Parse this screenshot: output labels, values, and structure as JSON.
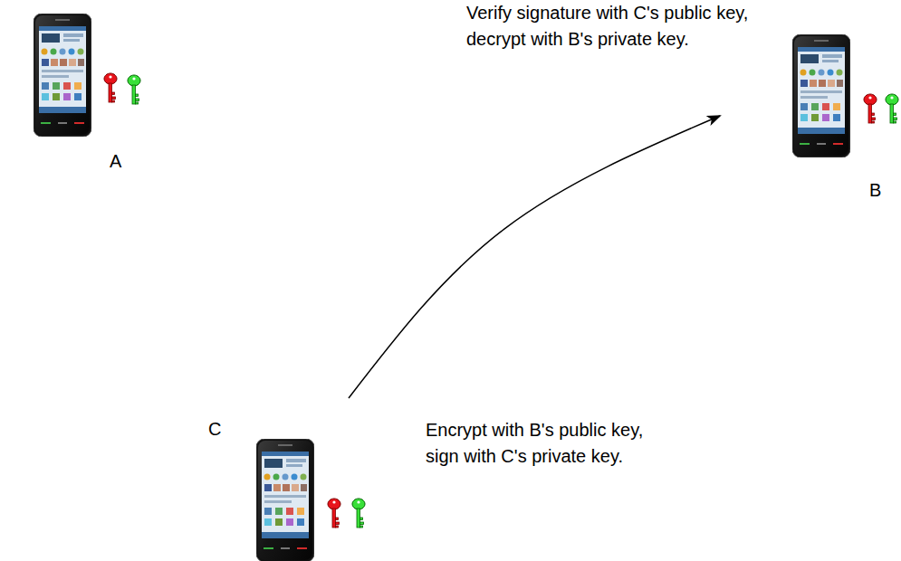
{
  "diagram": {
    "nodes": [
      {
        "text": [
          "A"
        ]
      },
      {
        "text": [
          "B"
        ]
      },
      {
        "text": [
          "C"
        ]
      }
    ],
    "edges": [
      {
        "from": 2,
        "to": 1,
        "arrow": "to"
      }
    ],
    "labels": [
      "Verify signature with C's public key, decrypt with B's private key.",
      "Encrypt with B's public key, sign with C's private key."
    ]
  }
}
